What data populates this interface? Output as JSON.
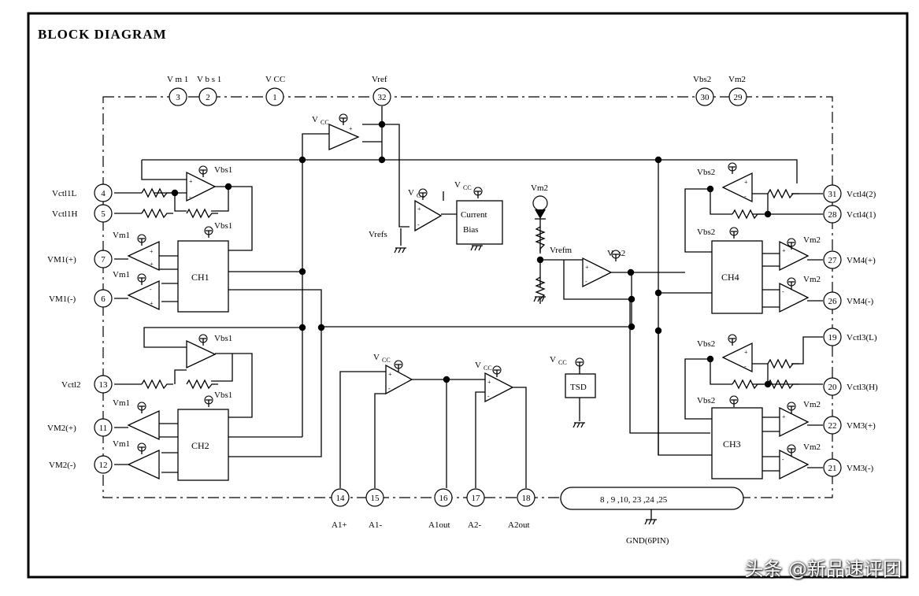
{
  "title": "BLOCK DIAGRAM",
  "watermark": "头条 @新品速评团",
  "pins": [
    {
      "id": "p3",
      "num": "3",
      "label": "V m 1"
    },
    {
      "id": "p2",
      "num": "2",
      "label": "V b s 1"
    },
    {
      "id": "p1",
      "num": "1",
      "label": "V CC"
    },
    {
      "id": "p32",
      "num": "32",
      "label": "Vref"
    },
    {
      "id": "p30",
      "num": "30",
      "label": "Vbs2"
    },
    {
      "id": "p29",
      "num": "29",
      "label": "Vm2"
    },
    {
      "id": "p4",
      "num": "4",
      "label": "Vctl1L"
    },
    {
      "id": "p5",
      "num": "5",
      "label": "Vctl1H"
    },
    {
      "id": "p7",
      "num": "7",
      "label": "VM1(+)"
    },
    {
      "id": "p6",
      "num": "6",
      "label": "VM1(-)"
    },
    {
      "id": "p13",
      "num": "13",
      "label": "Vctl2"
    },
    {
      "id": "p11",
      "num": "11",
      "label": "VM2(+)"
    },
    {
      "id": "p12",
      "num": "12",
      "label": "VM2(-)"
    },
    {
      "id": "p31",
      "num": "31",
      "label": "Vctl4(2)"
    },
    {
      "id": "p28",
      "num": "28",
      "label": "Vctl4(1)"
    },
    {
      "id": "p27",
      "num": "27",
      "label": "VM4(+)"
    },
    {
      "id": "p26",
      "num": "26",
      "label": "VM4(-)"
    },
    {
      "id": "p19",
      "num": "19",
      "label": "Vctl3(L)"
    },
    {
      "id": "p20",
      "num": "20",
      "label": "Vctl3(H)"
    },
    {
      "id": "p22",
      "num": "22",
      "label": "VM3(+)"
    },
    {
      "id": "p21",
      "num": "21",
      "label": "VM3(-)"
    },
    {
      "id": "p14",
      "num": "14",
      "label": "A1+"
    },
    {
      "id": "p15",
      "num": "15",
      "label": "A1-"
    },
    {
      "id": "p16",
      "num": "16",
      "label": "A1out"
    },
    {
      "id": "p17",
      "num": "17",
      "label": "A2-"
    },
    {
      "id": "p18",
      "num": "18",
      "label": "A2out"
    }
  ],
  "gnd_pins": "8 , 9 ,10, 23 ,24 ,25",
  "gnd_label": "GND(6PIN)",
  "blocks": {
    "ch1": "CH1",
    "ch2": "CH2",
    "ch3": "CH3",
    "ch4": "CH4",
    "tsd": "TSD",
    "bias_line1": "Current",
    "bias_line2": "Bias"
  },
  "supply": {
    "v": "V",
    "cc": "CC",
    "vm1": "Vm1",
    "vbs1": "Vbs1",
    "vm2": "Vm2",
    "vbs2": "Vbs2",
    "vrefs": "Vrefs",
    "vrefm": "Vrefm",
    "plus": "+",
    "minus": "-"
  }
}
